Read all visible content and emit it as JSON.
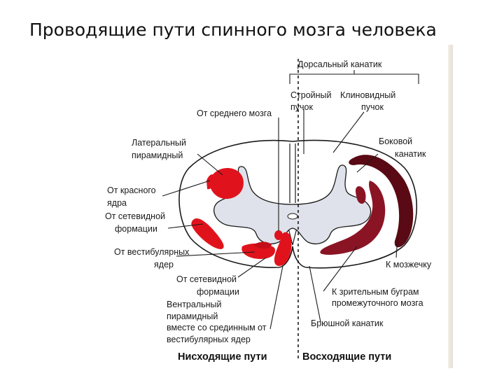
{
  "title": "Проводящие пути спинного мозга человека",
  "labels": {
    "dorsal_funiculus": "Дорсальный канатик",
    "gracile": "Стройный",
    "gracile_2": "пучок",
    "cuneate": "Клиновидный",
    "cuneate_2": "пучок",
    "from_midbrain": "От среднего мозга",
    "lateral_pyramidal_1": "Латеральный",
    "lateral_pyramidal_2": "пирамидный",
    "lateral_funiculus_1": "Боковой",
    "lateral_funiculus_2": "канатик",
    "from_red_nucleus_1": "От красного",
    "from_red_nucleus_2": "ядра",
    "from_reticular_1": "От сетевидной",
    "from_reticular_2": "формации",
    "from_vestibular_1": "От вестибулярных",
    "from_vestibular_2": "ядер",
    "to_cerebellum": "К мозжечку",
    "from_reticular_b_1": "От сетевидной",
    "from_reticular_b_2": "формации",
    "to_thalamus_1": "К зрительным буграм",
    "to_thalamus_2": "промежуточного мозга",
    "ventral_pyramidal_1": "Вентральный",
    "ventral_pyramidal_2": "пирамидный",
    "ventral_pyramidal_3": "вместе со срединным от",
    "ventral_pyramidal_4": "вестибулярных ядер",
    "ventral_funiculus": "Брюшной канатик",
    "descending": "Нисходящие пути",
    "ascending": "Восходящие пути"
  },
  "colors": {
    "descending_tract": "#e0131c",
    "ascending_dark": "#5a0a14",
    "ascending_mid": "#8b1424",
    "gray_matter": "#dfe2ea",
    "outline": "#1a1a1a"
  }
}
